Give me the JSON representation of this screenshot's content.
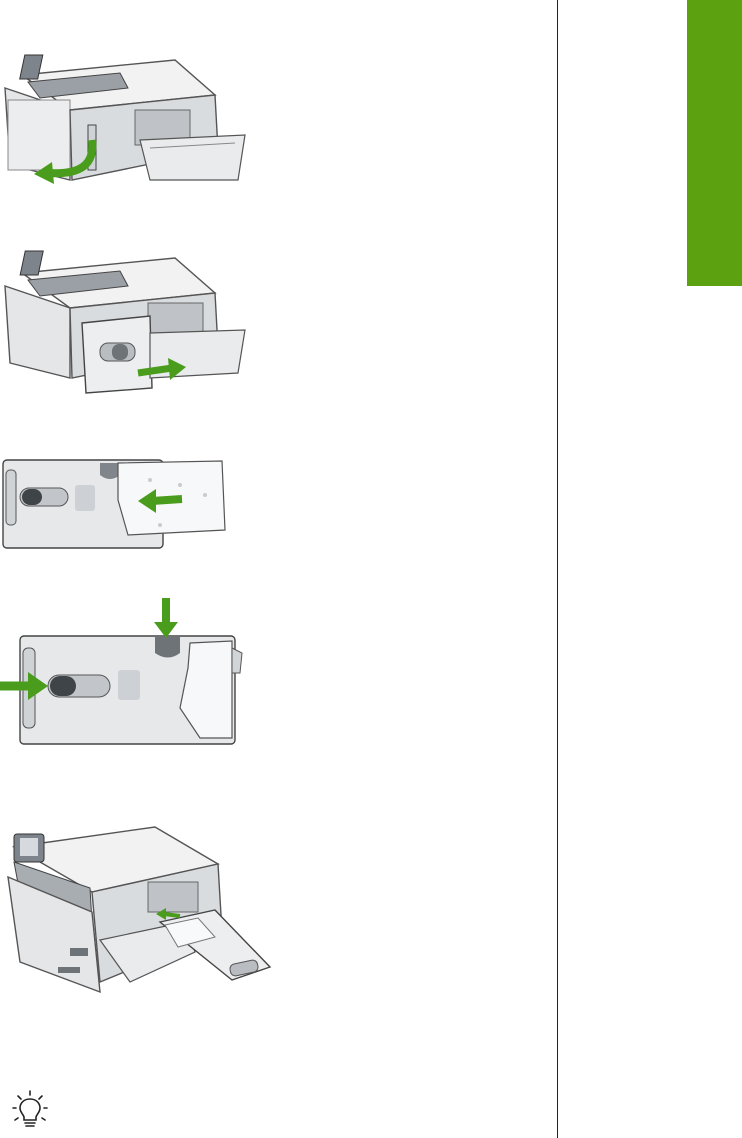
{
  "document": {
    "section_tab_color": "#5ca10f",
    "accent_arrow_color": "#4a9d1c",
    "figures": [
      {
        "id": "step1",
        "description_icon": "printer-open-rear-door-icon"
      },
      {
        "id": "step2",
        "description_icon": "printer-remove-tray-icon"
      },
      {
        "id": "step3",
        "description_icon": "tray-insert-paper-icon"
      },
      {
        "id": "step4",
        "description_icon": "tray-adjust-guides-icon"
      },
      {
        "id": "step5",
        "description_icon": "printer-reinsert-tray-icon"
      }
    ],
    "tip_icon": "lightbulb-tip-icon"
  }
}
